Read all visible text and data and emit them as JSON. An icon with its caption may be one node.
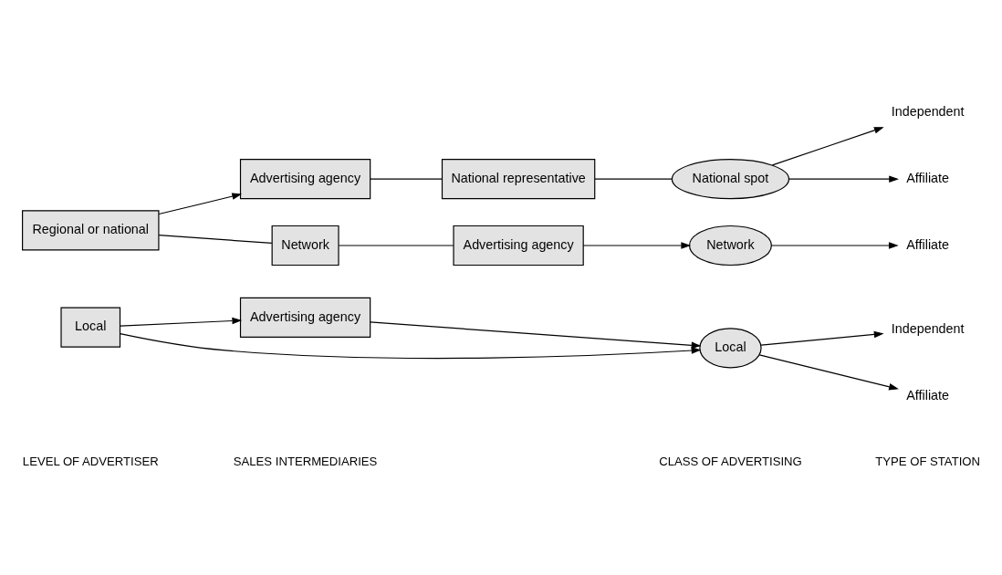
{
  "diagram": {
    "nodes": [
      {
        "text": [
          "Local"
        ]
      },
      {
        "text": [
          "Advertising agency"
        ]
      },
      {
        "text": [
          "Local"
        ]
      },
      {
        "text": [
          "Independent"
        ]
      },
      {
        "text": [
          "Affiliate"
        ]
      },
      {
        "text": [
          "Regional or national"
        ]
      },
      {
        "text": [
          "Advertising agency"
        ]
      },
      {
        "text": [
          "National representative"
        ]
      },
      {
        "text": [
          "National spot"
        ]
      },
      {
        "text": [
          "Independent"
        ]
      },
      {
        "text": [
          "Affiliate"
        ]
      },
      {
        "text": [
          "Network"
        ]
      },
      {
        "text": [
          "Advertising agency"
        ]
      },
      {
        "text": [
          "Network"
        ]
      },
      {
        "text": [
          "Affiliate"
        ]
      }
    ],
    "edges": [
      {
        "from": 0,
        "to": 2,
        "arrow": "to"
      },
      {
        "from": 0,
        "to": 1,
        "arrow": "to"
      },
      {
        "from": 1,
        "to": 2,
        "arrow": "to"
      },
      {
        "from": 2,
        "to": 3,
        "arrow": "to"
      },
      {
        "from": 2,
        "to": 4,
        "arrow": "to"
      },
      {
        "from": 5,
        "to": 6,
        "arrow": "to"
      },
      {
        "from": 6,
        "to": 7,
        "arrow": "none"
      },
      {
        "from": 7,
        "to": 8,
        "arrow": "none"
      },
      {
        "from": 8,
        "to": 9,
        "arrow": "to"
      },
      {
        "from": 8,
        "to": 10,
        "arrow": "to"
      },
      {
        "from": 5,
        "to": 11,
        "arrow": "none"
      },
      {
        "from": 11,
        "to": 12,
        "arrow": "none"
      },
      {
        "from": 12,
        "to": 13,
        "arrow": "to"
      },
      {
        "from": 13,
        "to": 14,
        "arrow": "to"
      }
    ],
    "labels": [
      "LEVEL OF ADVERTISER",
      "SALES INTERMEDIARIES",
      "CLASS OF ADVERTISING",
      "TYPE OF STATION"
    ]
  }
}
